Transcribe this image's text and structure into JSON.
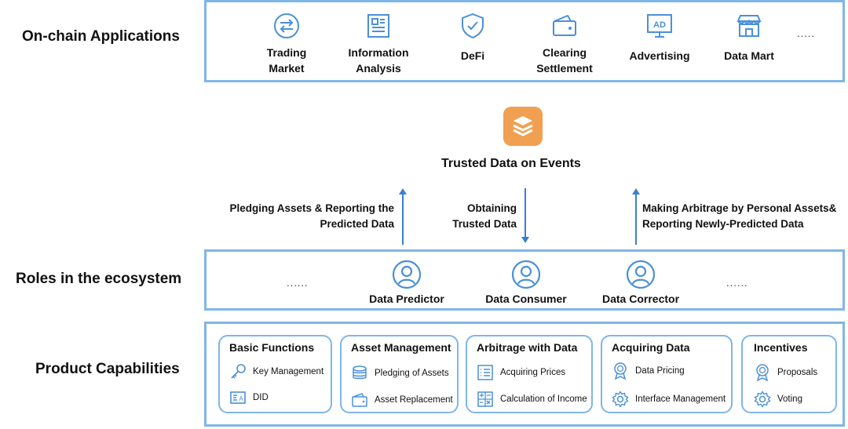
{
  "rows": {
    "applications": "On-chain Applications",
    "roles": "Roles in the ecosystem",
    "capabilities": "Product Capabilities"
  },
  "apps": [
    {
      "label": "Trading\nMarket",
      "icon": "exchange-icon"
    },
    {
      "label": "Information\nAnalysis",
      "icon": "document-icon"
    },
    {
      "label": "DeFi",
      "icon": "shield-check-icon"
    },
    {
      "label": "Clearing\nSettlement",
      "icon": "wallet-icon"
    },
    {
      "label": "Advertising",
      "icon": "ad-board-icon"
    },
    {
      "label": "Data Mart",
      "icon": "store-icon"
    }
  ],
  "apps_more": ".....",
  "center": {
    "title": "Trusted Data on Events",
    "icon": "layers-logo-icon",
    "accent": "#f0a050"
  },
  "flows": {
    "left": "Pledging Assets & Reporting the\nPredicted Data",
    "middle": "Obtaining\nTrusted Data",
    "right": "Making Arbitrage by Personal Assets&\nReporting Newly-Predicted Data"
  },
  "roles": [
    {
      "label": "Data Predictor",
      "icon": "user-icon"
    },
    {
      "label": "Data Consumer",
      "icon": "user-icon"
    },
    {
      "label": "Data Corrector",
      "icon": "user-icon"
    }
  ],
  "roles_more_left": "......",
  "roles_more_right": "......",
  "capabilities": [
    {
      "title": "Basic Functions",
      "items": [
        {
          "label": "Key Management",
          "icon": "key-icon"
        },
        {
          "label": "DID",
          "icon": "id-card-icon"
        }
      ]
    },
    {
      "title": "Asset Management",
      "items": [
        {
          "label": "Pledging of Assets",
          "icon": "coins-stack-icon"
        },
        {
          "label": "Asset Replacement",
          "icon": "wallet-icon"
        }
      ]
    },
    {
      "title": "Arbitrage with Data",
      "items": [
        {
          "label": "Acquiring Prices",
          "icon": "list-icon"
        },
        {
          "label": "Calculation of Income",
          "icon": "calculator-icon"
        }
      ]
    },
    {
      "title": "Acquiring Data",
      "items": [
        {
          "label": "Data Pricing",
          "icon": "award-icon"
        },
        {
          "label": "Interface Management",
          "icon": "gear-icon"
        }
      ]
    },
    {
      "title": "Incentives",
      "items": [
        {
          "label": "Proposals",
          "icon": "award-icon"
        },
        {
          "label": "Voting",
          "icon": "gear-icon"
        }
      ]
    }
  ],
  "colors": {
    "panel_border": "#7fb6e8",
    "icon_blue": "#4a90d9",
    "arrow_blue": "#3a7fd0"
  }
}
